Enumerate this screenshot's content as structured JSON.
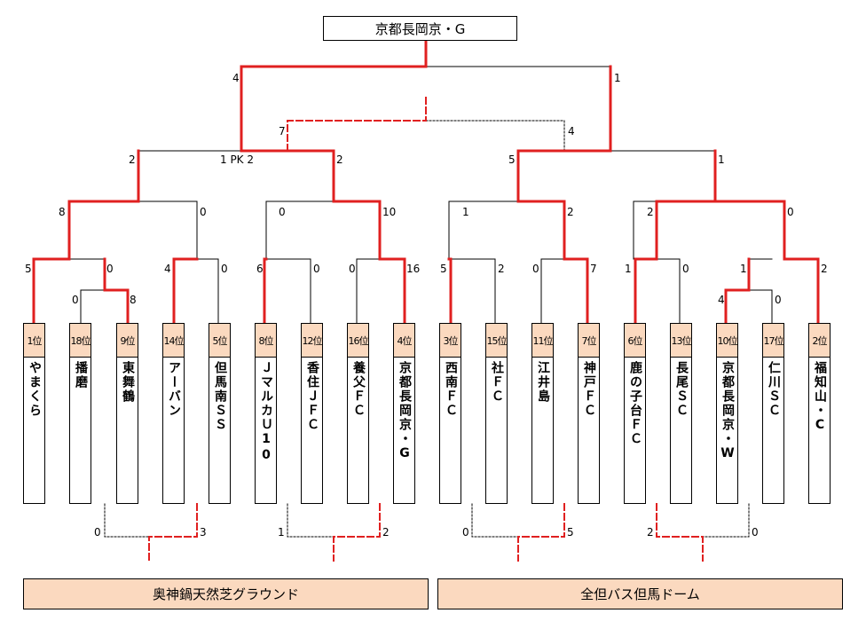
{
  "champion": "京都長岡京・G",
  "teams": [
    {
      "rank": "1位",
      "name": "やまくら"
    },
    {
      "rank": "18位",
      "name": "播磨"
    },
    {
      "rank": "9位",
      "name": "東舞鶴"
    },
    {
      "rank": "14位",
      "name": "アーバン"
    },
    {
      "rank": "5位",
      "name": "但馬南ＳＳ"
    },
    {
      "rank": "8位",
      "name": "ＪマルカＵ10"
    },
    {
      "rank": "12位",
      "name": "香住ＪＦＣ"
    },
    {
      "rank": "16位",
      "name": "養父ＦＣ"
    },
    {
      "rank": "4位",
      "name": "京都長岡京・G"
    },
    {
      "rank": "3位",
      "name": "西南ＦＣ"
    },
    {
      "rank": "15位",
      "name": "社ＦＣ"
    },
    {
      "rank": "11位",
      "name": "江井島"
    },
    {
      "rank": "7位",
      "name": "神戸ＦＣ"
    },
    {
      "rank": "6位",
      "name": "鹿の子台ＦＣ"
    },
    {
      "rank": "13位",
      "name": "長尾ＳＣ"
    },
    {
      "rank": "10位",
      "name": "京都長岡京・W"
    },
    {
      "rank": "17位",
      "name": "仁川ＳＣ"
    },
    {
      "rank": "2位",
      "name": "福知山・C"
    }
  ],
  "scores": {
    "final_left": "4",
    "final_right": "1",
    "third_left": "7",
    "third_right": "4",
    "semi1_left": "2",
    "semi1_pk": "1 PK 2",
    "semi1_right": "2",
    "semi2_left": "5",
    "semi2_right": "1",
    "qf1_left": "8",
    "qf1_right": "0",
    "qf2_left": "0",
    "qf2_right": "10",
    "qf3_left": "1",
    "qf3_right": "2",
    "qf4_left": "2",
    "qf4_right": "0",
    "r2_1_left": "5",
    "r2_1_right": "0",
    "r2_2_left": "4",
    "r2_2_right": "0",
    "r2_3_left": "6",
    "r2_3_right": "0",
    "r2_4_left": "0",
    "r2_4_right": "16",
    "r2_5_left": "5",
    "r2_5_right": "2",
    "r2_6_left": "0",
    "r2_6_right": "7",
    "r2_7_left": "1",
    "r2_7_right": "0",
    "r2_8_left": "1",
    "r2_8_right": "2",
    "r1_a_left": "0",
    "r1_a_right": "8",
    "r1_b_left": "4",
    "r1_b_right": "0",
    "cons1_left": "0",
    "cons1_right": "3",
    "cons2_left": "1",
    "cons2_right": "2",
    "cons3_left": "0",
    "cons3_right": "5",
    "cons4_left": "2",
    "cons4_right": "0"
  },
  "venues": [
    "奥神鍋天然芝グラウンド",
    "全但バス但馬ドーム"
  ],
  "colors": {
    "winner_line": "#e02020",
    "loser_line": "#000000",
    "rank_fill": "#fbd9bf"
  }
}
